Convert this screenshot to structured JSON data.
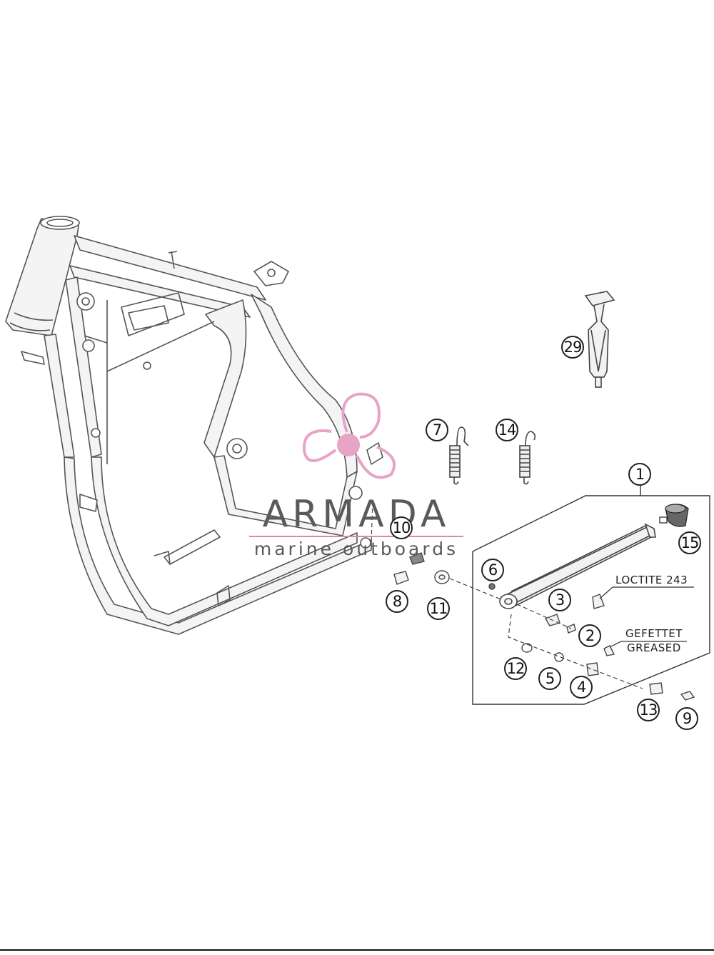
{
  "watermark": {
    "name": "ARMADA",
    "tagline": "marine outboards",
    "logo_color": "#e7a4c6",
    "text_color": "#5a5a5a"
  },
  "notes": {
    "loctite": "LOCTITE 243",
    "greased_de": "GEFETTET",
    "greased_en": "GREASED"
  },
  "callouts": {
    "c1": "1",
    "c2": "2",
    "c3": "3",
    "c4": "4",
    "c5": "5",
    "c6": "6",
    "c7": "7",
    "c8": "8",
    "c9": "9",
    "c10": "10",
    "c11": "11",
    "c12": "12",
    "c13": "13",
    "c14": "14",
    "c15": "15",
    "c29": "29"
  },
  "colors": {
    "line": "#555555",
    "part_fill": "#f2f2f2"
  }
}
